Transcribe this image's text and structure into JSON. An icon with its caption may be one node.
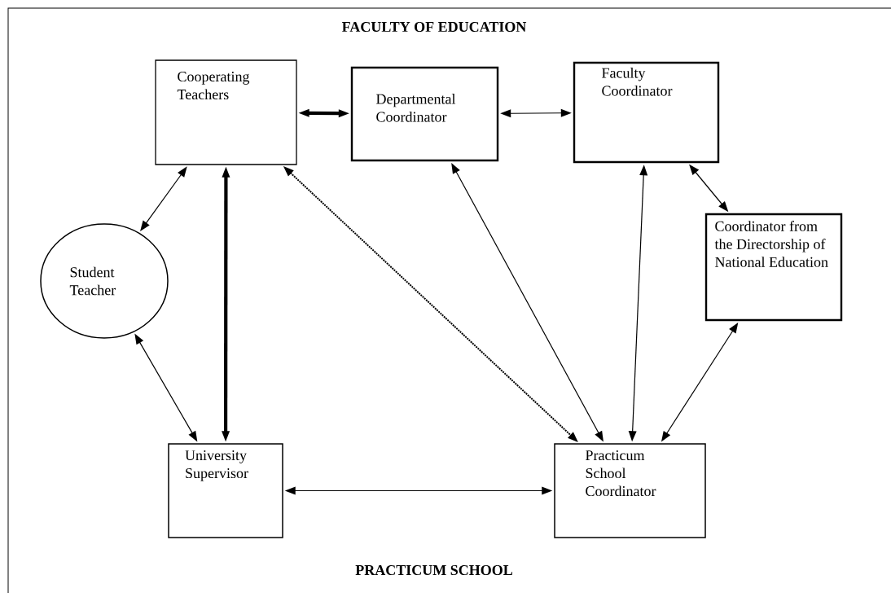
{
  "diagram": {
    "title": "FACULTY OF EDUCATION",
    "nodes": [
      {
        "text": [
          "Cooperating Teachers"
        ]
      },
      {
        "text": [
          "Departmental Coordinator"
        ]
      },
      {
        "text": [
          "Faculty Coordinator"
        ]
      },
      {
        "text": [
          "Coordinator from the Directorship of National Education"
        ]
      },
      {
        "text": [
          "Student Teacher"
        ]
      },
      {
        "text": [
          "University Supervisor"
        ]
      },
      {
        "text": [
          "Practicum School Coordinator"
        ]
      }
    ],
    "edges": [
      {
        "from": 4,
        "to": 0,
        "arrow": "both"
      },
      {
        "from": 0,
        "to": 1,
        "arrow": "both",
        "style": "thick"
      },
      {
        "from": 1,
        "to": 2,
        "arrow": "both"
      },
      {
        "from": 2,
        "to": 3,
        "arrow": "both"
      },
      {
        "from": 0,
        "to": 5,
        "arrow": "both",
        "style": "thick"
      },
      {
        "from": 0,
        "to": 6,
        "arrow": "both",
        "style": "dashed"
      },
      {
        "from": 1,
        "to": 6,
        "arrow": "both"
      },
      {
        "from": 2,
        "to": 6,
        "arrow": "both"
      },
      {
        "from": 3,
        "to": 6,
        "arrow": "both"
      },
      {
        "from": 4,
        "to": 5,
        "arrow": "both"
      },
      {
        "from": 5,
        "to": 6,
        "arrow": "both"
      }
    ],
    "labels": [
      "PRACTICUM SCHOOL"
    ]
  }
}
